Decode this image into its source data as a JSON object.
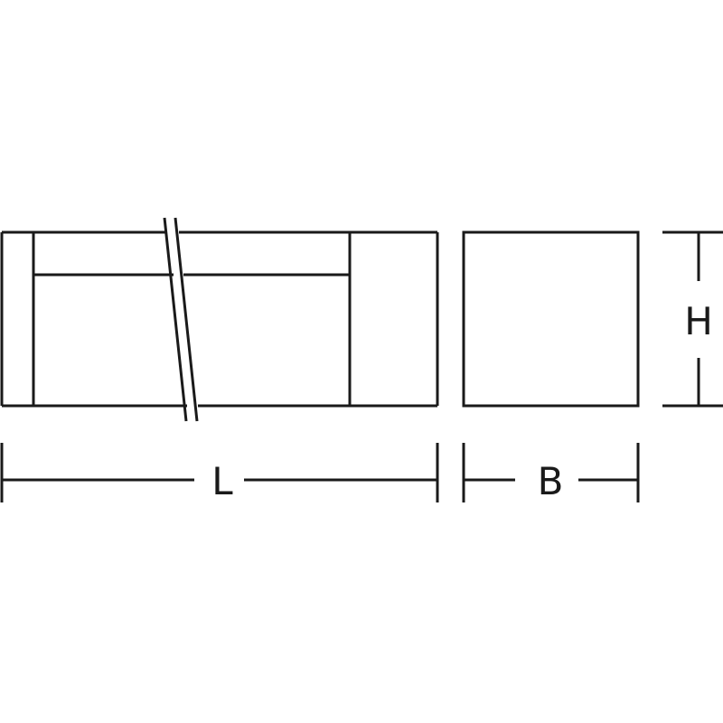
{
  "colors": {
    "stroke": "#1a1a1a",
    "background": "#ffffff"
  },
  "dimensions": {
    "length_label": "L",
    "width_label": "B",
    "height_label": "H"
  }
}
